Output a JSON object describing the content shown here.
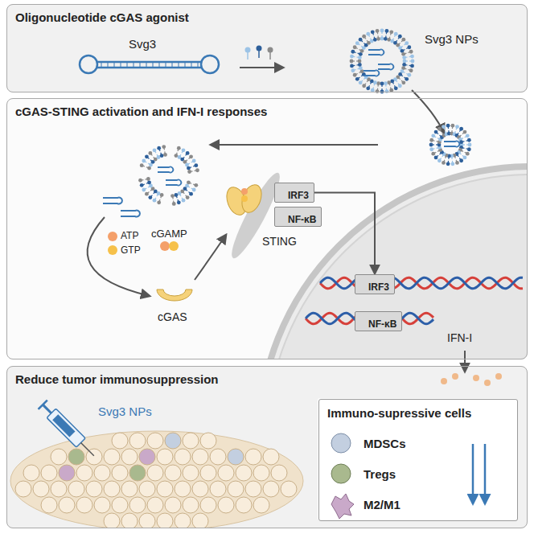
{
  "diagram": {
    "nodes": [
      {
        "text": [
          "Oligonucleotide cGAS agonist"
        ]
      },
      {
        "text": [
          "cGAS-STING activation and IFN-I responses"
        ]
      },
      {
        "text": [
          "IRF3"
        ],
        "in": 1
      },
      {
        "text": [
          "NF-κB"
        ],
        "in": 1
      },
      {
        "text": [
          "IRF3"
        ],
        "in": 1
      },
      {
        "text": [
          "NF-κB"
        ],
        "in": 1
      },
      {
        "text": [
          "Reduce tumor immunosuppression"
        ]
      },
      {
        "text": [
          "Immuno-supressive cells",
          "MDSCs",
          "Tregs",
          "M2/M1"
        ],
        "in": 6
      }
    ],
    "edges": [
      {
        "from": 2,
        "to": 4,
        "arrow": "to"
      }
    ],
    "labels": [
      "Svg3",
      "Svg3 NPs",
      "cGAMP",
      "ATP",
      "GTP",
      "cGAS",
      "STING",
      "IFN-I",
      "Svg3 NPs"
    ]
  }
}
